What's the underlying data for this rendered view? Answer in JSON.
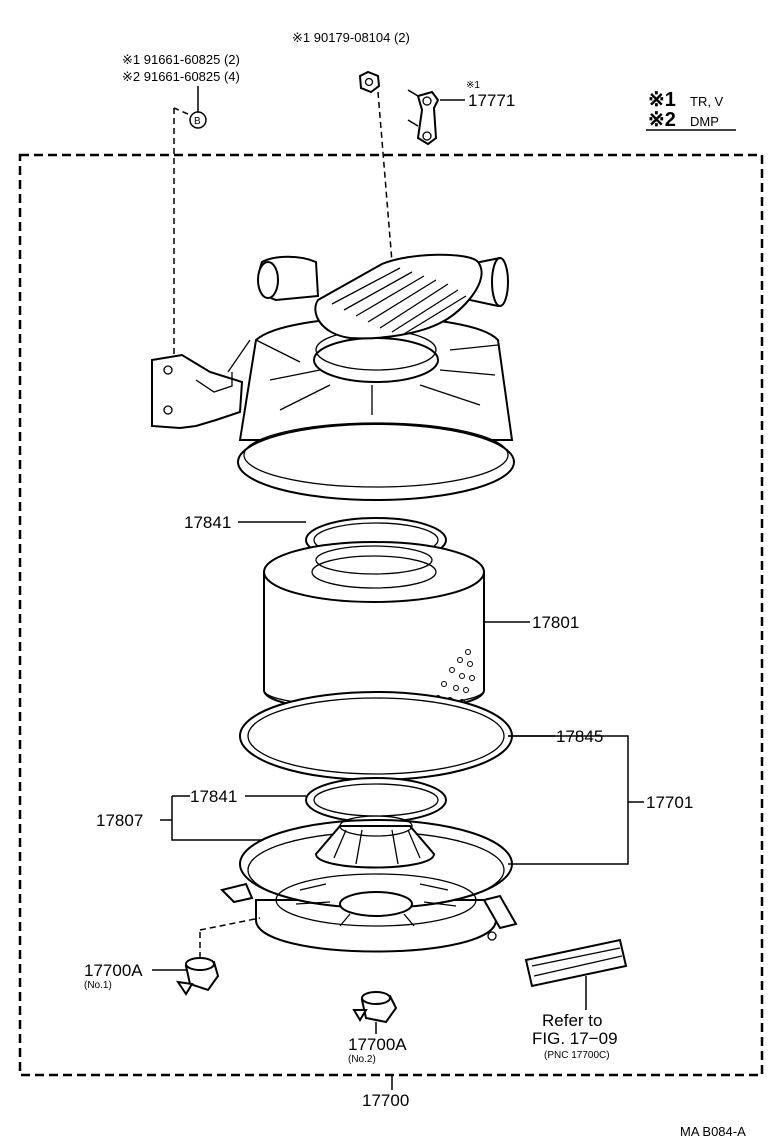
{
  "labels": {
    "hdr_bolt_note1": "※1 90179-08104 (2)",
    "hdr_screw_1": "※1 91661-60825 (2)",
    "hdr_screw_2": "※2 91661-60825 (4)",
    "circle_b": "B",
    "bracket_mark": "※1",
    "bracket": "17771",
    "legend_1_mark": "※1",
    "legend_1_text": "TR, V",
    "legend_2_mark": "※2",
    "legend_2_text": "DMP",
    "gasket_top": "17841",
    "element": "17801",
    "seal": "17845",
    "gasket_lower": "17841",
    "sub_assy": "17807",
    "case_assy": "17701",
    "clamp_1": "17700A",
    "clamp_1_sub": "(No.1)",
    "clamp_2": "17700A",
    "clamp_2_sub": "(No.2)",
    "refer_1": "Refer to",
    "refer_2": "FIG. 17−09",
    "refer_3": "(PNC 17700C)",
    "assembly": "17700",
    "drawing_code": "MA B084-A"
  }
}
